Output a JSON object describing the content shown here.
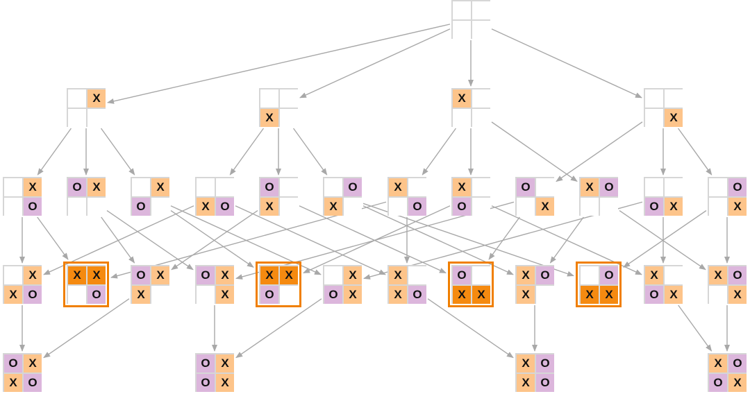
{
  "colors": {
    "x_cell": "#fdc48a",
    "o_cell": "#dcb6dc",
    "win_x_cell": "#f58a10",
    "win_border": "#f07f00",
    "edge": "#a8a8a8"
  },
  "levels": [
    [
      {
        "cells": [
          "",
          "",
          "",
          ""
        ]
      }
    ],
    [
      {
        "cells": [
          "",
          "X",
          "",
          ""
        ]
      },
      {
        "cells": [
          "",
          "",
          "X",
          ""
        ]
      },
      {
        "cells": [
          "X",
          "",
          "",
          ""
        ]
      },
      {
        "cells": [
          "",
          "",
          "",
          "X"
        ]
      }
    ],
    [
      {
        "cells": [
          "",
          "X",
          "",
          "O"
        ]
      },
      {
        "cells": [
          "O",
          "X",
          "",
          ""
        ]
      },
      {
        "cells": [
          "",
          "X",
          "O",
          ""
        ]
      },
      {
        "cells": [
          "",
          "",
          "X",
          "O"
        ]
      },
      {
        "cells": [
          "O",
          "",
          "X",
          ""
        ]
      },
      {
        "cells": [
          "",
          "O",
          "X",
          ""
        ]
      },
      {
        "cells": [
          "X",
          "",
          "",
          "O"
        ]
      },
      {
        "cells": [
          "X",
          "",
          "O",
          ""
        ]
      },
      {
        "cells": [
          "O",
          "",
          "",
          "X"
        ]
      },
      {
        "cells": [
          "X",
          "O",
          "",
          ""
        ]
      },
      {
        "cells": [
          "",
          "",
          "O",
          "X"
        ]
      },
      {
        "cells": [
          "",
          "O",
          "",
          "X"
        ]
      }
    ],
    [
      {
        "cells": [
          "",
          "X",
          "X",
          "O"
        ]
      },
      {
        "cells": [
          "X",
          "X",
          "",
          "O"
        ],
        "win": true
      },
      {
        "cells": [
          "O",
          "X",
          "X",
          ""
        ]
      },
      {
        "cells": [
          "O",
          "X",
          "",
          "X"
        ]
      },
      {
        "cells": [
          "X",
          "X",
          "O",
          ""
        ],
        "win": true
      },
      {
        "cells": [
          "",
          "X",
          "O",
          "X"
        ]
      },
      {
        "cells": [
          "X",
          "",
          "X",
          "O"
        ]
      },
      {
        "cells": [
          "O",
          "",
          "X",
          "X"
        ],
        "win": true
      },
      {
        "cells": [
          "X",
          "O",
          "X",
          ""
        ]
      },
      {
        "cells": [
          "",
          "O",
          "X",
          "X"
        ],
        "win": true
      },
      {
        "cells": [
          "X",
          "",
          "O",
          "X"
        ]
      },
      {
        "cells": [
          "X",
          "O",
          "",
          "X"
        ]
      }
    ],
    [
      {
        "cells": [
          "O",
          "X",
          "X",
          "O"
        ]
      },
      {
        "cells": [
          "O",
          "X",
          "O",
          "X"
        ]
      },
      {
        "cells": [
          "X",
          "O",
          "X",
          "O"
        ]
      },
      {
        "cells": [
          "X",
          "O",
          "O",
          "X"
        ]
      }
    ]
  ],
  "edges": [
    [
      [
        0,
        0
      ],
      [
        1,
        0
      ]
    ],
    [
      [
        0,
        0
      ],
      [
        1,
        1
      ]
    ],
    [
      [
        0,
        0
      ],
      [
        1,
        2
      ]
    ],
    [
      [
        0,
        0
      ],
      [
        1,
        3
      ]
    ],
    [
      [
        1,
        0
      ],
      [
        2,
        0
      ]
    ],
    [
      [
        1,
        0
      ],
      [
        2,
        1
      ]
    ],
    [
      [
        1,
        0
      ],
      [
        2,
        2
      ]
    ],
    [
      [
        1,
        1
      ],
      [
        2,
        3
      ]
    ],
    [
      [
        1,
        1
      ],
      [
        2,
        4
      ]
    ],
    [
      [
        1,
        1
      ],
      [
        2,
        5
      ]
    ],
    [
      [
        1,
        2
      ],
      [
        2,
        6
      ]
    ],
    [
      [
        1,
        2
      ],
      [
        2,
        7
      ]
    ],
    [
      [
        1,
        2
      ],
      [
        2,
        9
      ]
    ],
    [
      [
        1,
        3
      ],
      [
        2,
        8
      ]
    ],
    [
      [
        1,
        3
      ],
      [
        2,
        10
      ]
    ],
    [
      [
        1,
        3
      ],
      [
        2,
        11
      ]
    ],
    [
      [
        2,
        0
      ],
      [
        3,
        0
      ]
    ],
    [
      [
        2,
        0
      ],
      [
        3,
        1
      ]
    ],
    [
      [
        2,
        1
      ],
      [
        3,
        2
      ]
    ],
    [
      [
        2,
        1
      ],
      [
        3,
        3
      ]
    ],
    [
      [
        2,
        2
      ],
      [
        3,
        4
      ]
    ],
    [
      [
        2,
        2
      ],
      [
        3,
        5
      ]
    ],
    [
      [
        2,
        3
      ],
      [
        3,
        6
      ]
    ],
    [
      [
        2,
        3
      ],
      [
        3,
        0
      ]
    ],
    [
      [
        2,
        4
      ],
      [
        3,
        2
      ]
    ],
    [
      [
        2,
        4
      ],
      [
        3,
        7
      ]
    ],
    [
      [
        2,
        5
      ],
      [
        3,
        8
      ]
    ],
    [
      [
        2,
        5
      ],
      [
        3,
        9
      ]
    ],
    [
      [
        2,
        6
      ],
      [
        3,
        1
      ]
    ],
    [
      [
        2,
        6
      ],
      [
        3,
        6
      ]
    ],
    [
      [
        2,
        7
      ],
      [
        3,
        4
      ]
    ],
    [
      [
        2,
        7
      ],
      [
        3,
        10
      ]
    ],
    [
      [
        2,
        8
      ],
      [
        3,
        3
      ]
    ],
    [
      [
        2,
        8
      ],
      [
        3,
        7
      ]
    ],
    [
      [
        2,
        9
      ],
      [
        3,
        8
      ]
    ],
    [
      [
        2,
        9
      ],
      [
        3,
        11
      ]
    ],
    [
      [
        2,
        10
      ],
      [
        3,
        10
      ]
    ],
    [
      [
        2,
        10
      ],
      [
        3,
        5
      ]
    ],
    [
      [
        2,
        11
      ],
      [
        3,
        11
      ]
    ],
    [
      [
        2,
        11
      ],
      [
        3,
        9
      ]
    ],
    [
      [
        3,
        0
      ],
      [
        4,
        0
      ]
    ],
    [
      [
        3,
        2
      ],
      [
        4,
        0
      ]
    ],
    [
      [
        3,
        3
      ],
      [
        4,
        1
      ]
    ],
    [
      [
        3,
        5
      ],
      [
        4,
        1
      ]
    ],
    [
      [
        3,
        6
      ],
      [
        4,
        2
      ]
    ],
    [
      [
        3,
        8
      ],
      [
        4,
        2
      ]
    ],
    [
      [
        3,
        10
      ],
      [
        4,
        3
      ]
    ],
    [
      [
        3,
        11
      ],
      [
        4,
        3
      ]
    ]
  ]
}
